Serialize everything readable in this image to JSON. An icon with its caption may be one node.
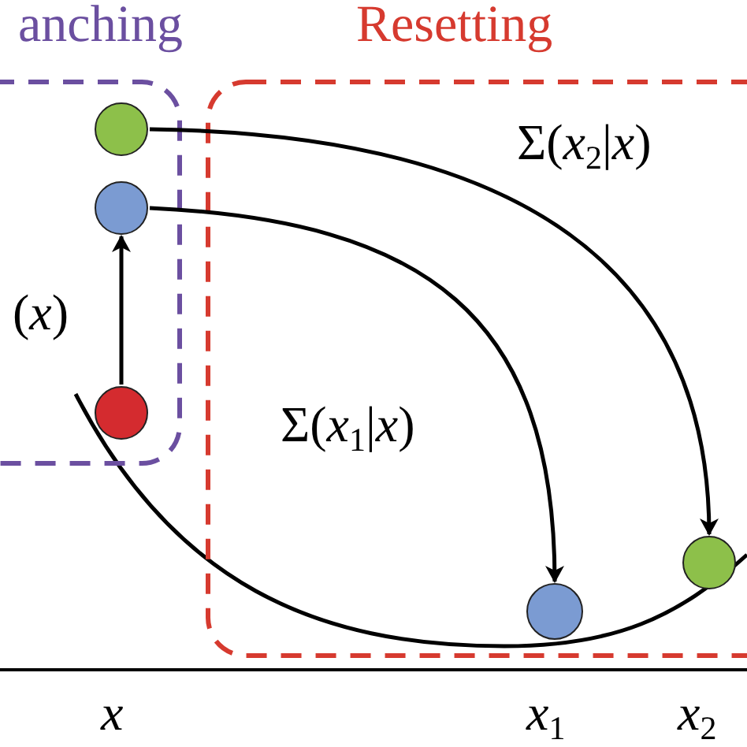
{
  "diagram": {
    "nodes": [
      {
        "text": [
          "anching"
        ]
      },
      {
        "text": [
          "Resetting"
        ]
      },
      {
        "text": [],
        "shape": "circle",
        "in": 0
      },
      {
        "text": [],
        "shape": "circle",
        "in": 0
      },
      {
        "text": [],
        "shape": "circle",
        "in": 0
      },
      {
        "text": [],
        "shape": "circle",
        "in": 1
      },
      {
        "text": [],
        "shape": "circle",
        "in": 1
      }
    ],
    "edges": [
      {
        "from": 4,
        "to": 3,
        "arrow": "to",
        "label": "(*x*)"
      },
      {
        "from": 3,
        "to": 5,
        "arrow": "to",
        "label": "Σ(*x*$_{1}$|*x*)"
      },
      {
        "from": 2,
        "to": 6,
        "arrow": "to",
        "label": "Σ(*x*$_{2}$|*x*)"
      }
    ],
    "labels": [
      "*x*",
      "*x*$_{1}$",
      "*x*$_{2}$"
    ]
  }
}
